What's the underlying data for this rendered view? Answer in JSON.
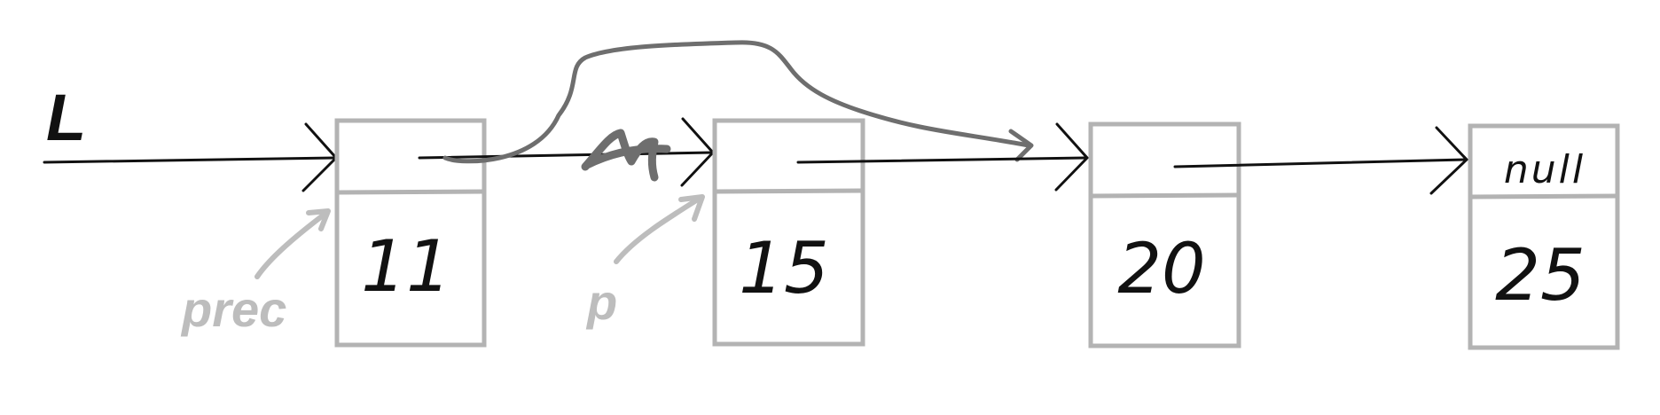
{
  "diagram": {
    "head_label": "L",
    "prec_label": "prec",
    "p_label": "p",
    "nodes": [
      {
        "value": "11",
        "next": ""
      },
      {
        "value": "15",
        "next": ""
      },
      {
        "value": "20",
        "next": ""
      },
      {
        "value": "25",
        "next": "null"
      }
    ],
    "colors": {
      "ink": "#111111",
      "box": "#b3b3b3",
      "pointer_label": "#bdbdbd",
      "bypass_arrow": "#6e6e6e"
    }
  }
}
